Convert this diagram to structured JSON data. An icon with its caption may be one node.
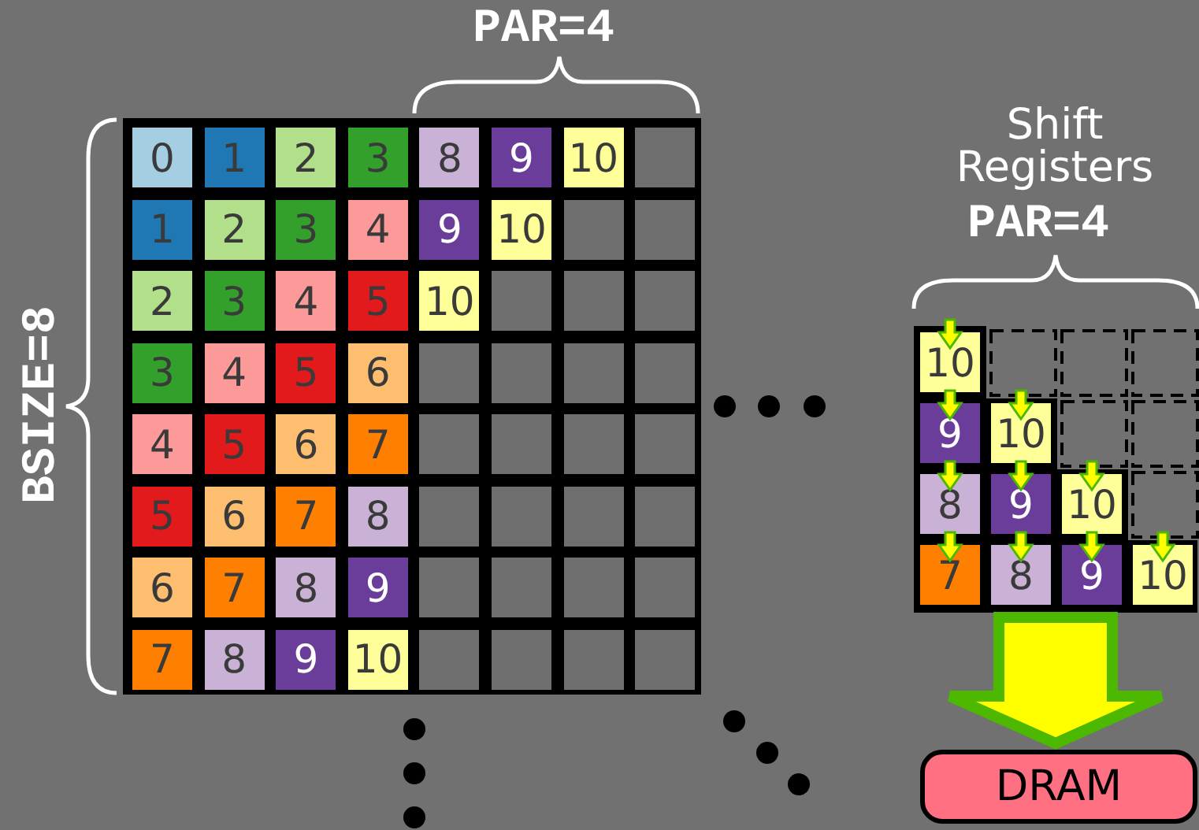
{
  "diagram": {
    "nodes": [
      {
        "text": [
          "Shift Registers",
          "PAR=4"
        ]
      },
      {
        "text": [
          "10"
        ],
        "in": 0
      },
      {
        "text": [
          "9"
        ],
        "in": 0
      },
      {
        "text": [
          "10"
        ],
        "in": 0
      },
      {
        "text": [
          "8"
        ],
        "in": 0
      },
      {
        "text": [
          "9"
        ],
        "in": 0
      },
      {
        "text": [
          "10"
        ],
        "in": 0
      },
      {
        "text": [
          "7"
        ],
        "in": 0
      },
      {
        "text": [
          "8"
        ],
        "in": 0
      },
      {
        "text": [
          "9"
        ],
        "in": 0
      },
      {
        "text": [
          "10"
        ],
        "in": 0
      },
      {
        "text": [
          "DRAM"
        ]
      }
    ],
    "edges": [
      {
        "from": 0,
        "to": 11,
        "arrow": "to",
        "style": "thick"
      }
    ],
    "labels": [
      "PAR=4",
      "BSIZE=8",
      "0",
      "1",
      "2",
      "3",
      "8",
      "9",
      "10",
      "1",
      "2",
      "3",
      "4",
      "9",
      "10",
      "2",
      "3",
      "4",
      "5",
      "10",
      "3",
      "4",
      "5",
      "6",
      "4",
      "5",
      "6",
      "7",
      "5",
      "6",
      "7",
      "8",
      "6",
      "7",
      "8",
      "9",
      "7",
      "8",
      "9",
      "10"
    ]
  }
}
